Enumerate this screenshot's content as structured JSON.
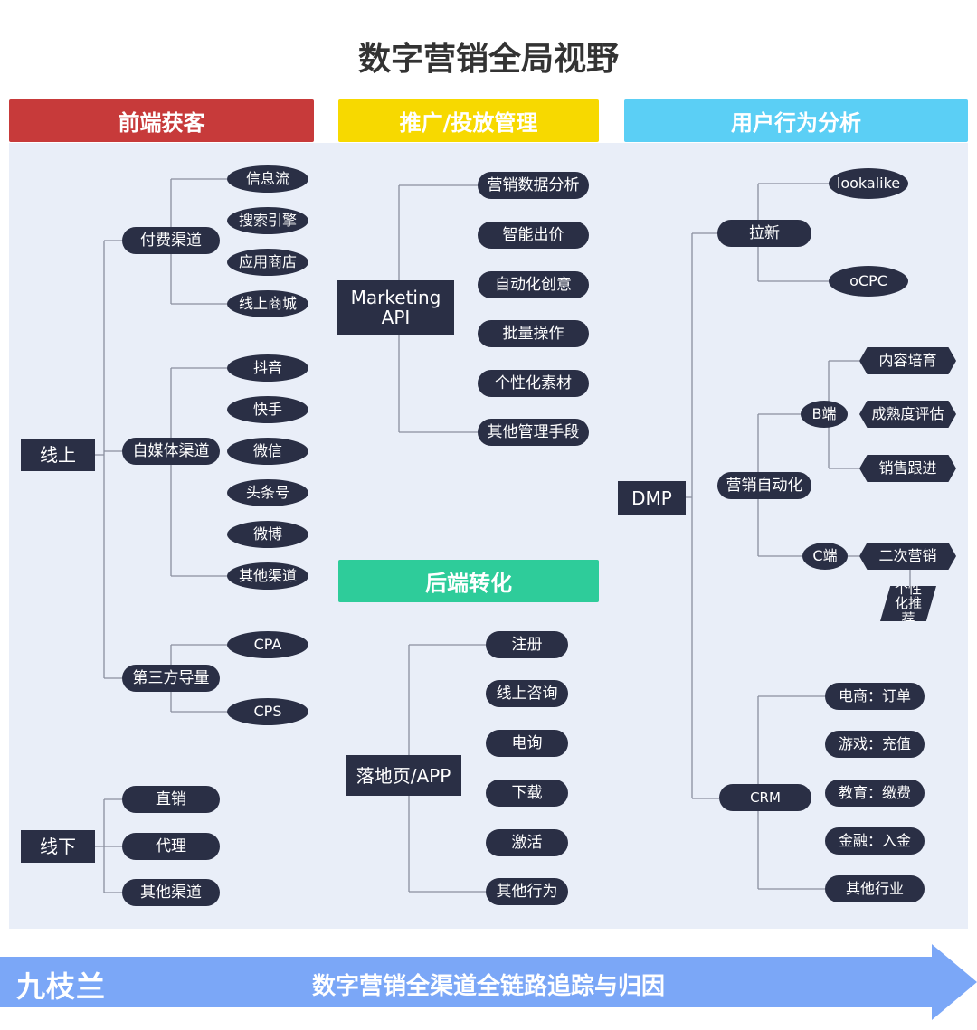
{
  "title": "数字营销全局视野",
  "colors": {
    "front": "#c73a3a",
    "promo": "#f7d900",
    "user": "#5bcff5",
    "back": "#2ecc9a",
    "node": "#2a2f45",
    "arrow": "#7ba7f7"
  },
  "frontend": {
    "header": "前端获客",
    "online": {
      "label": "线上",
      "groups": [
        {
          "label": "付费渠道",
          "items": [
            "信息流",
            "搜索引擎",
            "应用商店",
            "线上商城"
          ]
        },
        {
          "label": "自媒体渠道",
          "items": [
            "抖音",
            "快手",
            "微信",
            "头条号",
            "微博",
            "其他渠道"
          ]
        },
        {
          "label": "第三方导量",
          "items": [
            "CPA",
            "CPS"
          ]
        }
      ]
    },
    "offline": {
      "label": "线下",
      "items": [
        "直销",
        "代理",
        "其他渠道"
      ]
    }
  },
  "promotion": {
    "header": "推广/投放管理",
    "hub": "Marketing API",
    "items": [
      "营销数据分析",
      "智能出价",
      "自动化创意",
      "批量操作",
      "个性化素材",
      "其他管理手段"
    ]
  },
  "backend": {
    "header": "后端转化",
    "hub": "落地页/APP",
    "items": [
      "注册",
      "线上咨询",
      "电询",
      "下载",
      "激活",
      "其他行为"
    ]
  },
  "user": {
    "header": "用户行为分析",
    "hub": "DMP",
    "acquire": {
      "label": "拉新",
      "items": [
        "lookalike",
        "oCPC"
      ]
    },
    "automation": {
      "label": "营销自动化",
      "b": {
        "label": "B端",
        "items": [
          "内容培育",
          "成熟度评估",
          "销售跟进"
        ]
      },
      "c": {
        "label": "C端",
        "items": [
          "二次营销"
        ],
        "sub": "个性化推荐"
      }
    },
    "crm": {
      "label": "CRM",
      "items": [
        "电商：订单",
        "游戏：充值",
        "教育：缴费",
        "金融：入金",
        "其他行业"
      ]
    }
  },
  "footer": {
    "logo": "九枝兰",
    "slogan": "数字营销全渠道全链路追踪与归因"
  }
}
